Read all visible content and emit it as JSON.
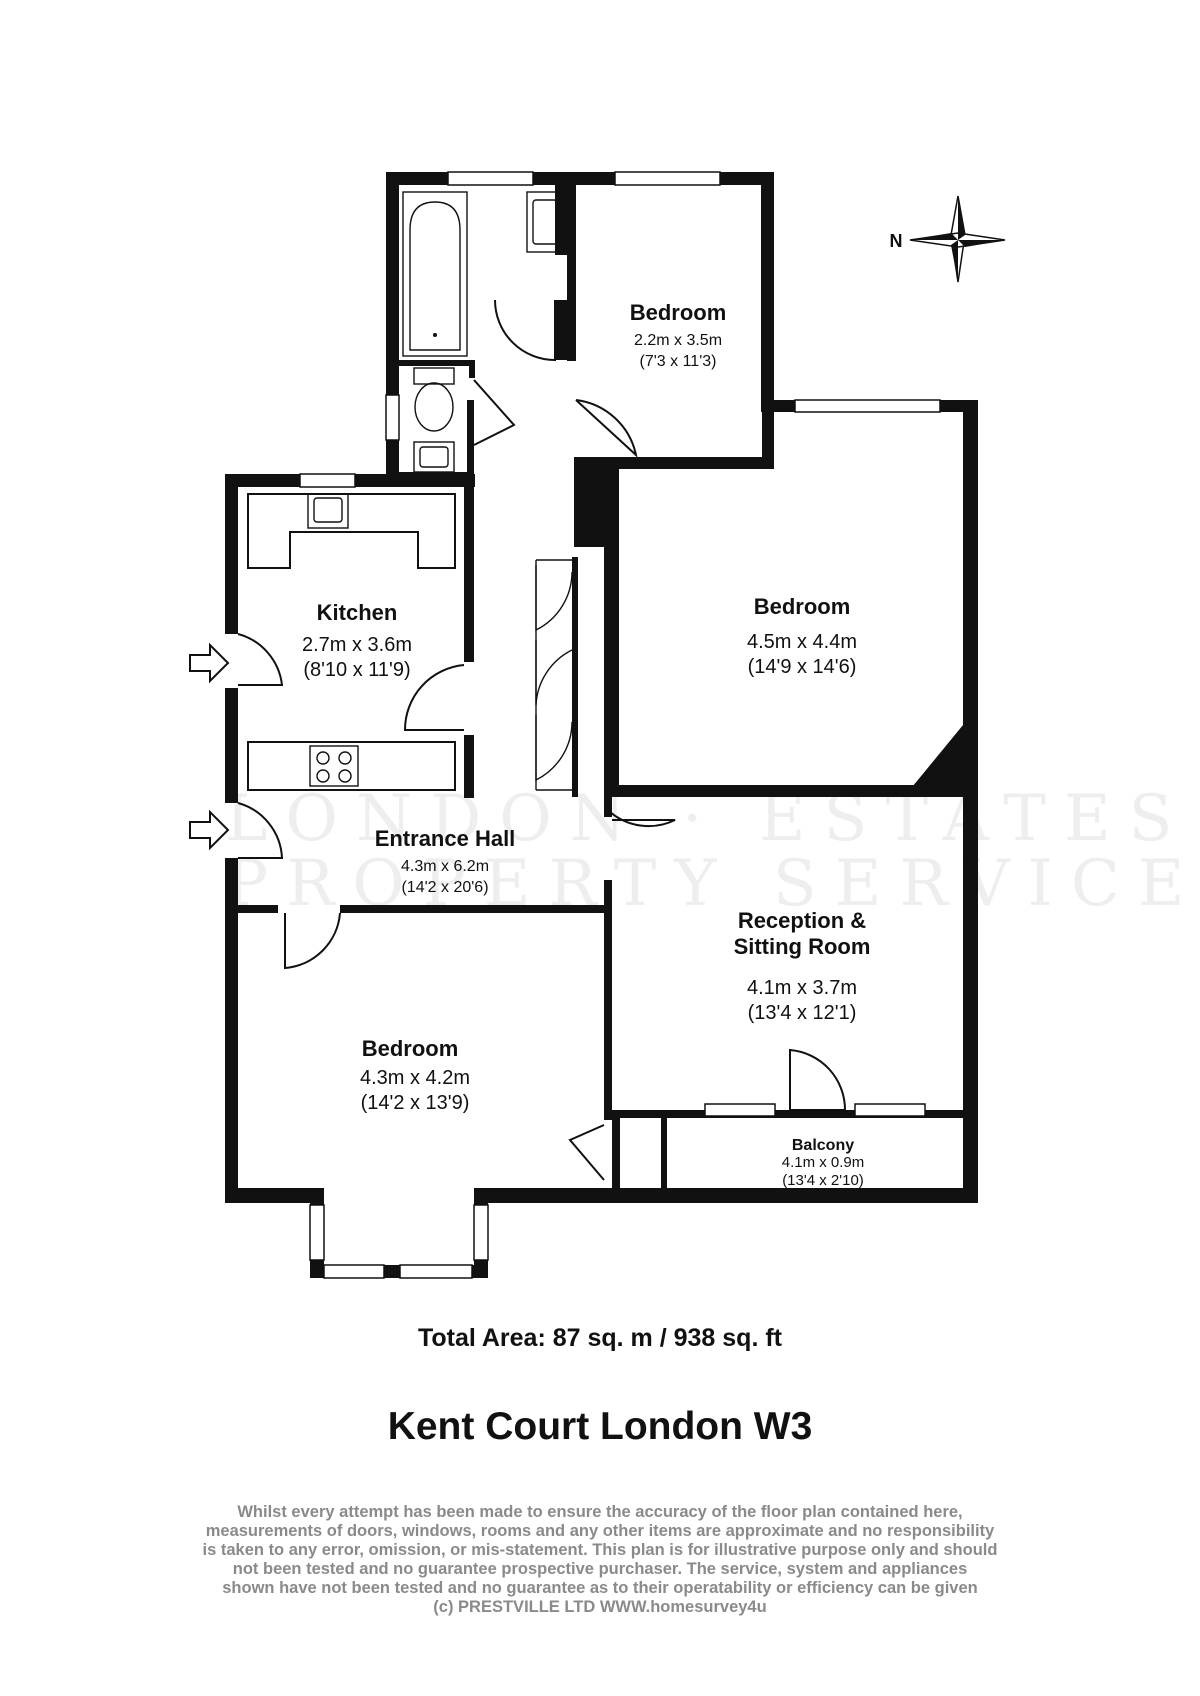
{
  "rooms": {
    "bedroom_top": {
      "name": "Bedroom",
      "metric": "2.2m x 3.5m",
      "imperial": "(7'3 x 11'3)"
    },
    "bedroom_right": {
      "name": "Bedroom",
      "metric": "4.5m x 4.4m",
      "imperial": "(14'9 x 14'6)"
    },
    "kitchen": {
      "name": "Kitchen",
      "metric": "2.7m x 3.6m",
      "imperial": "(8'10 x 11'9)"
    },
    "entrance_hall": {
      "name": "Entrance Hall",
      "metric": "4.3m x 6.2m",
      "imperial": "(14'2 x 20'6)"
    },
    "reception": {
      "name_line1": "Reception &",
      "name_line2": "Sitting Room",
      "metric": "4.1m x 3.7m",
      "imperial": "(13'4 x 12'1)"
    },
    "bedroom_bottom": {
      "name": "Bedroom",
      "metric": "4.3m x 4.2m",
      "imperial": "(14'2 x 13'9)"
    },
    "balcony": {
      "name": "Balcony",
      "metric": "4.1m x 0.9m",
      "imperial": "(13'4 x 2'10)"
    }
  },
  "compass": {
    "label": "N"
  },
  "total_area": "Total Area: 87 sq. m / 938 sq. ft",
  "property_title": "Kent Court London W3",
  "disclaimer": [
    "Whilst every attempt has been made to ensure the accuracy of the floor plan contained here,",
    "measurements of doors, windows, rooms and any other items are approximate and no responsibility",
    "is taken to any error, omission, or mis-statement. This plan is for illustrative purpose only and should",
    "not been tested and no guarantee prospective purchaser. The service, system and appliances",
    "shown have not been tested and no guarantee as to their operatability or efficiency can be given",
    "(c) PRESTVILLE LTD WWW.homesurvey4u"
  ]
}
